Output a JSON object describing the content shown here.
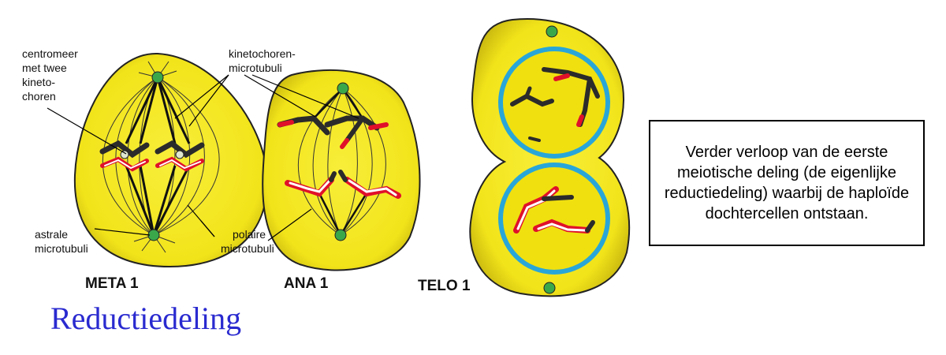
{
  "labels": {
    "centromeer": [
      "centromeer",
      "met twee",
      "kineto-",
      "choren"
    ],
    "kinetochoren": [
      "kinetochoren-",
      "microtubuli"
    ],
    "astrale": [
      "astrale",
      "microtubuli"
    ],
    "polaire": [
      "polaire",
      "microtubuli"
    ]
  },
  "stages": {
    "meta": "META 1",
    "ana": "ANA 1",
    "telo": "TELO 1"
  },
  "caption": "Verder verloop van de eerste meiotische deling (de eigenlijke reductiedeling) waarbij de haploïde dochtercellen ontstaan.",
  "title": "Reductiedeling",
  "colors": {
    "cell_fill": "#f5e81a",
    "nucleus_ring": "#29a6d8",
    "chromosome_dark": "#2b2b2b",
    "chromosome_red": "#e0102a",
    "title": "#2a2ad0"
  }
}
